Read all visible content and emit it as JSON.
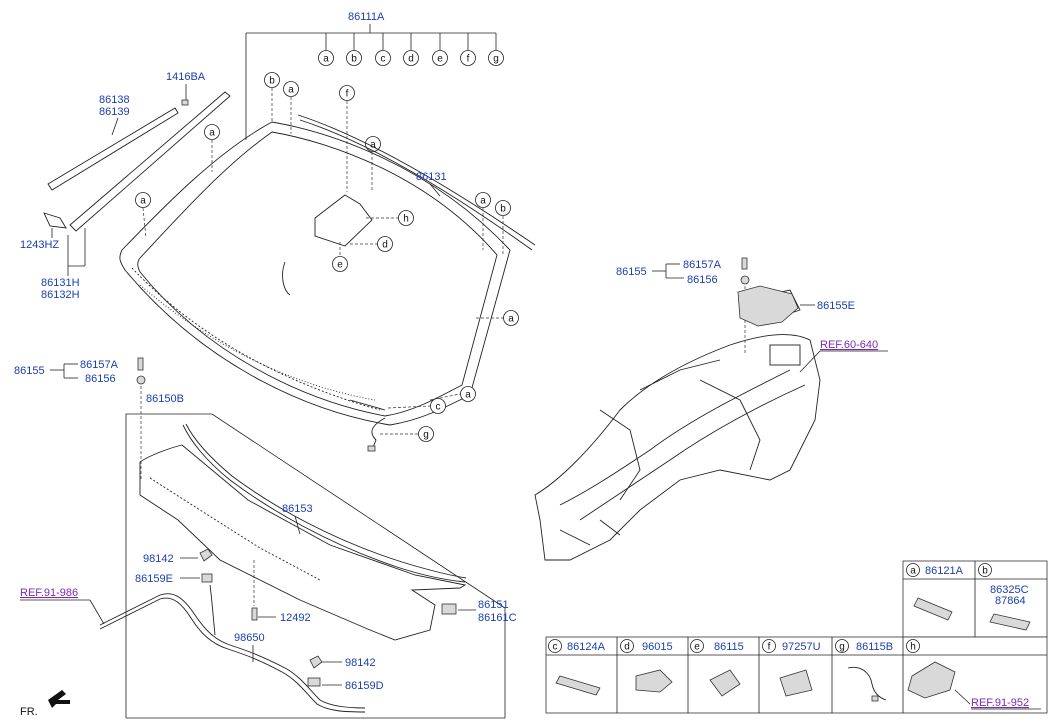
{
  "labels": {
    "p86111A": "86111A",
    "p1416BA": "1416BA",
    "p86138": "86138",
    "p86139": "86139",
    "p1243HZ": "1243HZ",
    "p86131H": "86131H",
    "p86132H": "86132H",
    "p86131": "86131",
    "p86155_left": "86155",
    "p86157A_left": "86157A",
    "p86156_left": "86156",
    "p86150B": "86150B",
    "p86153": "86153",
    "p98142_a": "98142",
    "p86159E": "86159E",
    "p12492": "12492",
    "p98650": "98650",
    "p98142_b": "98142",
    "p86159D": "86159D",
    "p86151": "86151",
    "p86161C": "86161C",
    "p86155_right": "86155",
    "p86157A_right": "86157A",
    "p86156_right": "86156",
    "p86155E": "86155E"
  },
  "refs": {
    "ref60640": "REF.60-640",
    "ref91986": "REF.91-986",
    "ref91952": "REF.91-952"
  },
  "callout_letters": [
    "a",
    "b",
    "c",
    "d",
    "e",
    "f",
    "g",
    "h"
  ],
  "fr_label": "FR.",
  "legend": [
    {
      "letter": "a",
      "part": "86121A"
    },
    {
      "letter": "b",
      "part": "86325C",
      "part2": "87864"
    },
    {
      "letter": "c",
      "part": "86124A"
    },
    {
      "letter": "d",
      "part": "96015"
    },
    {
      "letter": "e",
      "part": "86115"
    },
    {
      "letter": "f",
      "part": "97257U"
    },
    {
      "letter": "g",
      "part": "86115B"
    },
    {
      "letter": "h",
      "part": ""
    }
  ]
}
